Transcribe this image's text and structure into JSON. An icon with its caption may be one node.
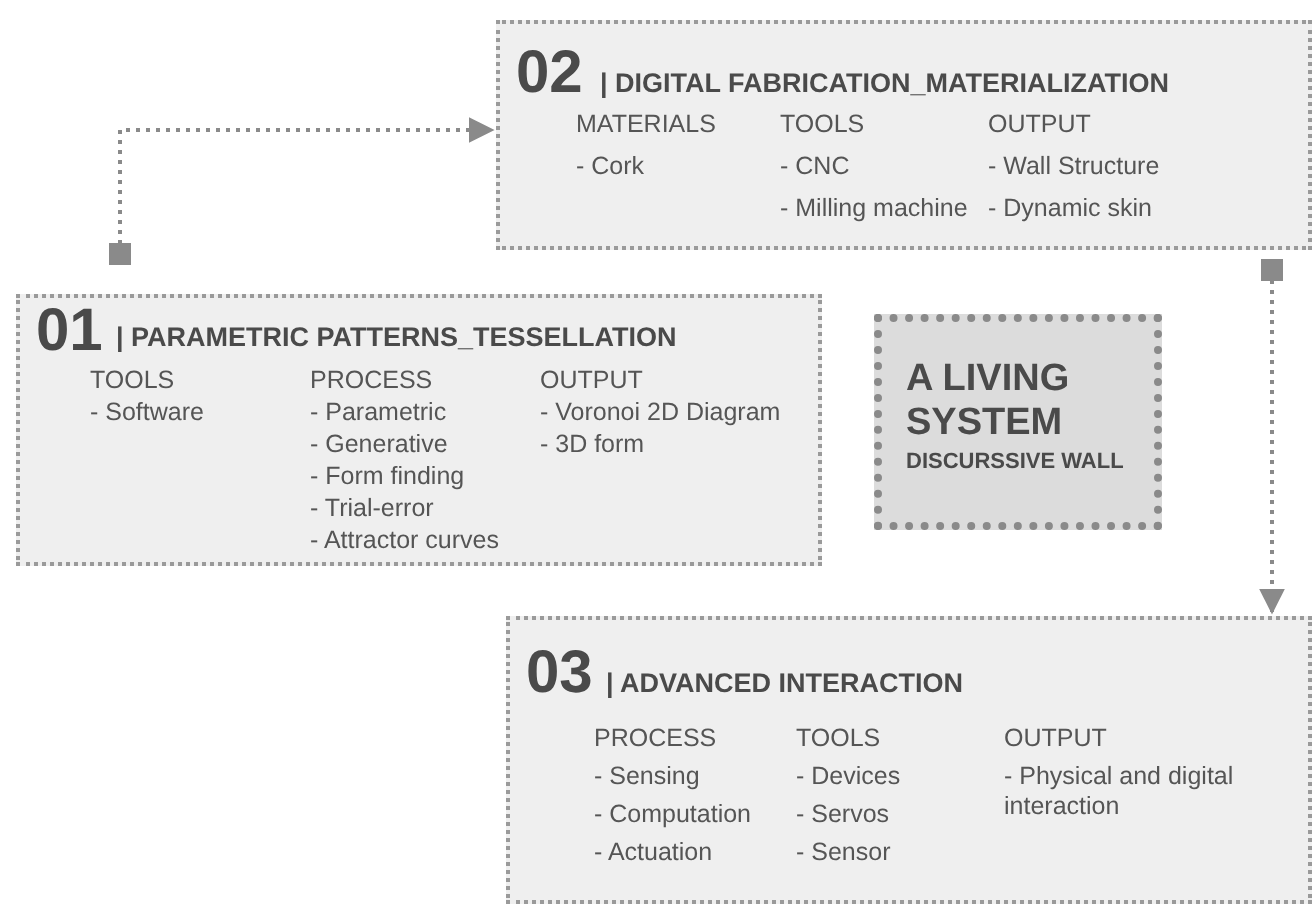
{
  "diagram": {
    "nodes": [
      {
        "text": [
          "02",
          "| DIGITAL FABRICATION_MATERIALIZATION",
          "MATERIALS",
          "- Cork",
          "TOOLS",
          "- CNC",
          "- Milling machine",
          "OUTPUT",
          "- Wall Structure",
          "- Dynamic skin"
        ]
      },
      {
        "text": [
          "01",
          "| PARAMETRIC PATTERNS_TESSELLATION",
          "TOOLS",
          "- Software",
          "PROCESS",
          "- Parametric",
          "- Generative",
          "- Form finding",
          "- Trial-error",
          "- Attractor curves",
          "OUTPUT",
          "- Voronoi 2D Diagram",
          "- 3D form"
        ]
      },
      {
        "text": [
          "A LIVING SYSTEM",
          "DISCURSSIVE WALL"
        ]
      },
      {
        "text": [
          "03",
          "| ADVANCED INTERACTION",
          "PROCESS",
          "- Sensing",
          "- Computation",
          "- Actuation",
          "TOOLS",
          "- Devices",
          "- Servos",
          "- Sensor",
          "OUTPUT",
          "- Physical and digital interaction"
        ]
      }
    ],
    "edges": [
      {
        "from": 1,
        "to": 0,
        "arrow": "to",
        "style": "dashed"
      },
      {
        "from": 0,
        "to": 3,
        "arrow": "to",
        "style": "dashed"
      }
    ]
  }
}
